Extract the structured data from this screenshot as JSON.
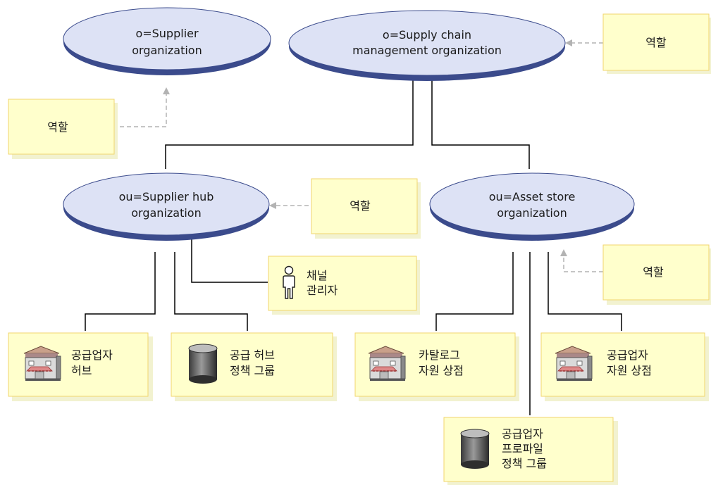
{
  "organizations": {
    "supplier": {
      "line1": "o=Supplier",
      "line2": "organization"
    },
    "scm": {
      "line1": "o=Supply chain",
      "line2": "management organization"
    },
    "supplier_hub": {
      "line1": "ou=Supplier hub",
      "line2": "organization"
    },
    "asset_store": {
      "line1": "ou=Asset store",
      "line2": "organization"
    }
  },
  "roles": {
    "top_right": "역할",
    "left": "역할",
    "middle": "역할",
    "right_lower": "역할"
  },
  "entities": {
    "channel_manager": {
      "line1": "채널",
      "line2": "관리자",
      "icon": "person-icon"
    },
    "supplier_hub": {
      "line1": "공급업자",
      "line2": "허브",
      "icon": "store-icon"
    },
    "hub_policy_group": {
      "line1": "공급 허브",
      "line2": "정책 그룹",
      "icon": "database-icon"
    },
    "catalog_asset_store": {
      "line1": "카탈로그",
      "line2": "자원 상점",
      "icon": "store-icon"
    },
    "supplier_asset_store": {
      "line1": "공급업자",
      "line2": "자원 상점",
      "icon": "store-icon"
    },
    "supplier_profile_policy": {
      "line1": "공급업자",
      "line2": "프로파일",
      "line3": "정책 그룹",
      "icon": "database-icon"
    }
  },
  "colors": {
    "ellipse_fill": "#dde2f5",
    "ellipse_shadow": "#3b4b8c",
    "note_fill": "#ffffcc",
    "note_border": "#f0d66e",
    "connector": "#000000",
    "dashed_arrow": "#b3b3b3"
  }
}
